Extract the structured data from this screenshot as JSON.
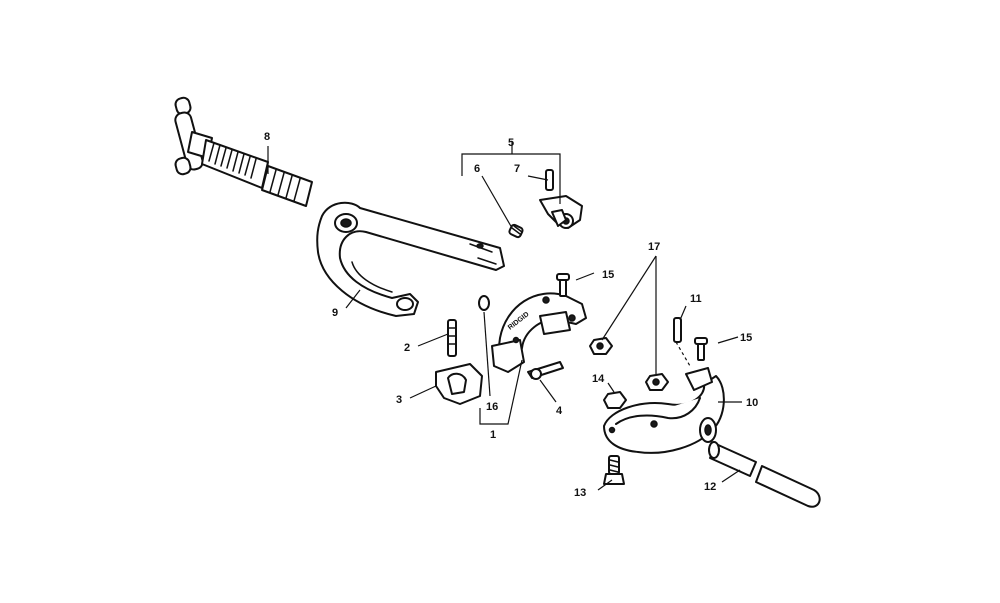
{
  "diagram": {
    "callouts": [
      "1",
      "2",
      "3",
      "4",
      "5",
      "6",
      "7",
      "8",
      "9",
      "10",
      "11",
      "12",
      "13",
      "14",
      "15",
      "15",
      "16",
      "17"
    ],
    "brand_text": "RIDGID"
  }
}
